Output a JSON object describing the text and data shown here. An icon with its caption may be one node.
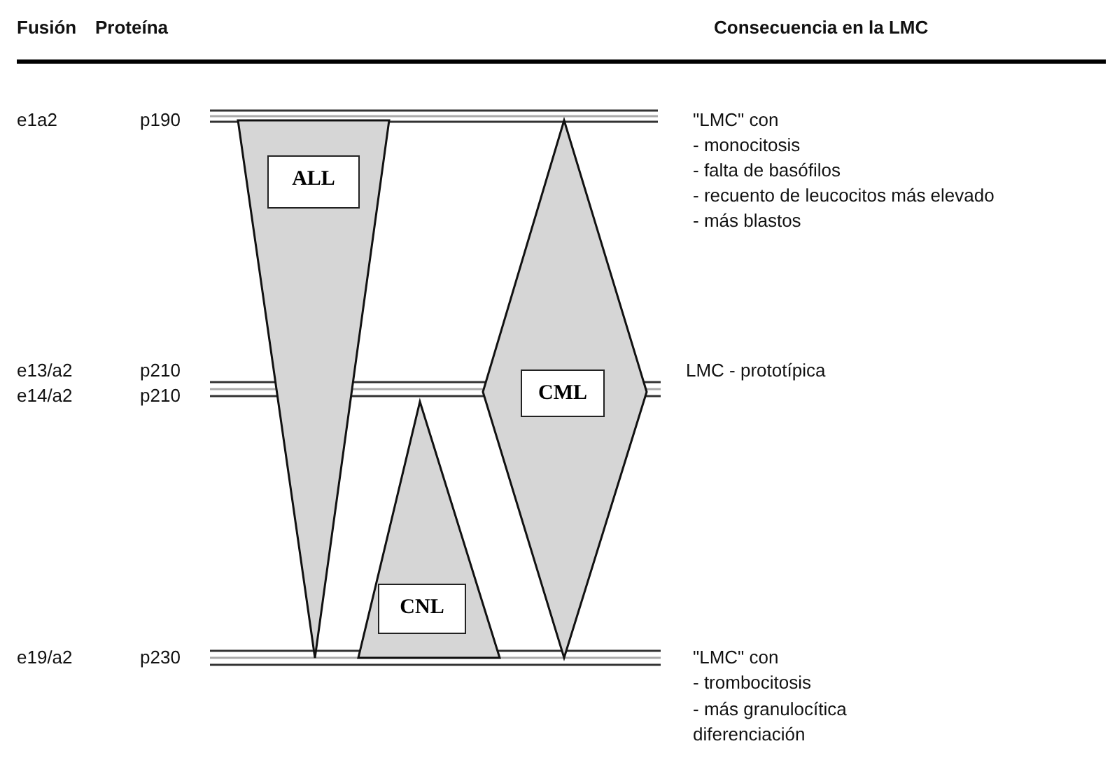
{
  "diagram": {
    "nodes": [
      {
        "text": [
          "ALL"
        ]
      },
      {
        "text": [
          "CML"
        ]
      },
      {
        "text": [
          "CNL"
        ]
      }
    ],
    "labels": [
      "Fusión",
      "Proteína",
      "Consecuencia en la LMC",
      "e1a2",
      "p190",
      "\"LMC\" con",
      "- monocitosis",
      "- falta de basófilos",
      "- recuento de leucocitos más elevado",
      "- más blastos",
      "e13/a2",
      "p210",
      "LMC - prototípica",
      "e14/a2",
      "p210",
      "e19/a2",
      "p230",
      "\"LMC\" con",
      "- trombocitosis",
      "- más granulocítica diferenciación"
    ]
  }
}
